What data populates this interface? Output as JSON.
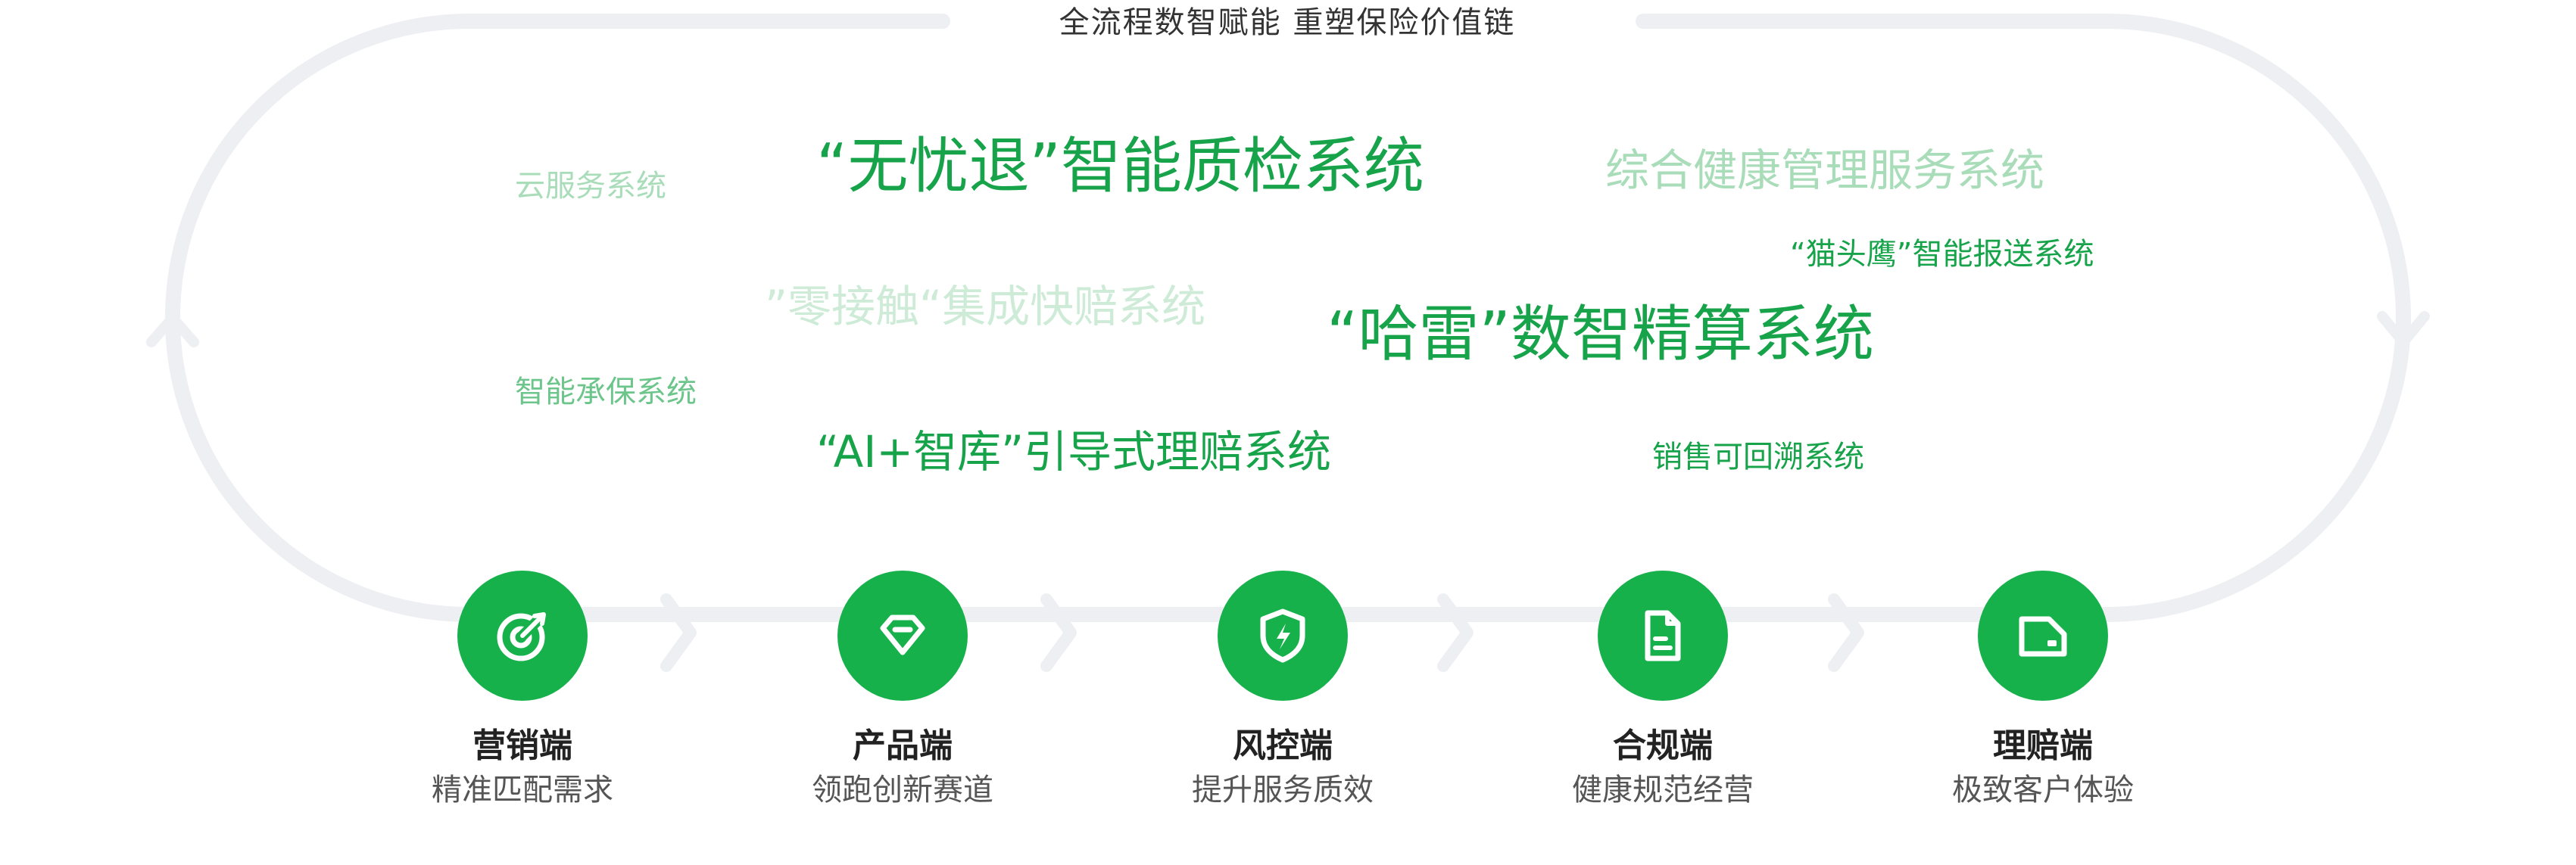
{
  "headline": "全流程数智赋能 重塑保险价值链",
  "systems": {
    "wuyoutui": "“无忧退”智能质检系统",
    "zonghe": "综合健康管理服务系统",
    "yunfuwu": "云服务系统",
    "maotouying": "“猫头鹰”智能报送系统",
    "lingjiechu": "”零接触“集成快赔系统",
    "halei": "“哈雷”数智精算系统",
    "chengbao": "智能承保系统",
    "aizhiku": "“AI+智库”引导式理赔系统",
    "xiaoshou": "销售可回溯系统"
  },
  "stages": [
    {
      "title": "营销端",
      "subtitle": "精准匹配需求",
      "icon": "target-icon"
    },
    {
      "title": "产品端",
      "subtitle": "领跑创新赛道",
      "icon": "diamond-icon"
    },
    {
      "title": "风控端",
      "subtitle": "提升服务质效",
      "icon": "shield-lightning-icon"
    },
    {
      "title": "合规端",
      "subtitle": "健康规范经营",
      "icon": "document-icon"
    },
    {
      "title": "理赔端",
      "subtitle": "极致客户体验",
      "icon": "card-icon"
    }
  ],
  "colors": {
    "brand_green": "#17b14c",
    "text_green": "#17a34a",
    "loop_gray": "#eeeff3"
  }
}
